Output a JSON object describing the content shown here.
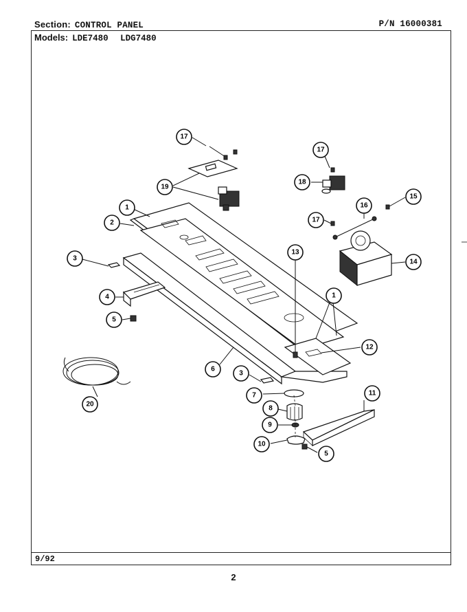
{
  "header": {
    "section_label": "Section:",
    "section_value": "CONTROL PANEL",
    "part_number": "P/N 16000381",
    "models_label": "Models:",
    "models_value": "LDE7480 LDG7480"
  },
  "footer": {
    "date": "9/92",
    "page_number": "2"
  },
  "callouts": [
    "17",
    "19",
    "17",
    "18",
    "15",
    "16",
    "17",
    "1",
    "2",
    "3",
    "13",
    "14",
    "4",
    "1",
    "5",
    "12",
    "6",
    "3",
    "7",
    "11",
    "20",
    "8",
    "9",
    "10",
    "5"
  ]
}
